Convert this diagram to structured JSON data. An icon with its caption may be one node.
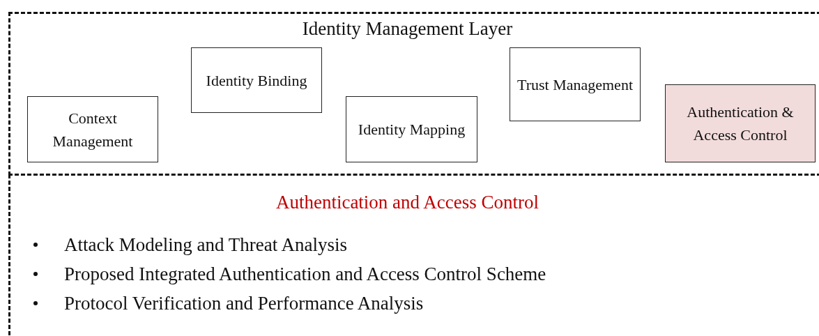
{
  "diagram": {
    "nodes": [
      {
        "text": [
          "Identity Management Layer"
        ]
      },
      {
        "text": [
          "Context Management"
        ],
        "in": 0
      },
      {
        "text": [
          "Identity Binding"
        ],
        "in": 0
      },
      {
        "text": [
          "Identity Mapping"
        ],
        "in": 0
      },
      {
        "text": [
          "Trust Management"
        ],
        "in": 0
      },
      {
        "text": [
          "Authentication & Access Control"
        ],
        "in": 0
      },
      {
        "text": [
          "Authentication and Access Control",
          "Attack Modeling and Threat Analysis",
          "Proposed  Integrated Authentication and Access Control Scheme",
          "Protocol Verification and Performance Analysis"
        ]
      }
    ],
    "edges": []
  }
}
